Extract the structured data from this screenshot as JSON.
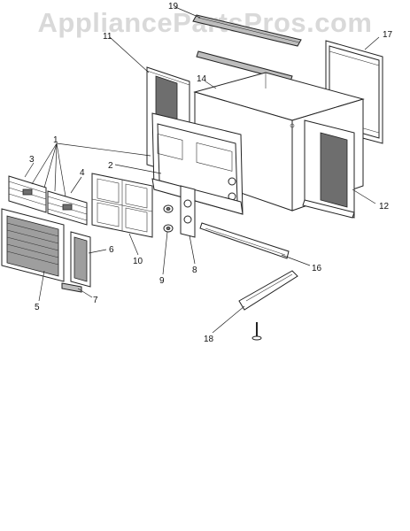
{
  "watermark": "AppliancePartsPros.com",
  "callouts": [
    {
      "id": "c1",
      "text": "1"
    },
    {
      "id": "c2",
      "text": "2"
    },
    {
      "id": "c3",
      "text": "3"
    },
    {
      "id": "c4",
      "text": "4"
    },
    {
      "id": "c5",
      "text": "5"
    },
    {
      "id": "c6",
      "text": "6"
    },
    {
      "id": "c7",
      "text": "7"
    },
    {
      "id": "c8",
      "text": "8"
    },
    {
      "id": "c9",
      "text": "9"
    },
    {
      "id": "c10",
      "text": "10"
    },
    {
      "id": "c11",
      "text": "11"
    },
    {
      "id": "c12",
      "text": "12"
    },
    {
      "id": "c14",
      "text": "14"
    },
    {
      "id": "c16",
      "text": "16"
    },
    {
      "id": "c17",
      "text": "17"
    },
    {
      "id": "c18",
      "text": "18"
    },
    {
      "id": "c19",
      "text": "19"
    }
  ]
}
